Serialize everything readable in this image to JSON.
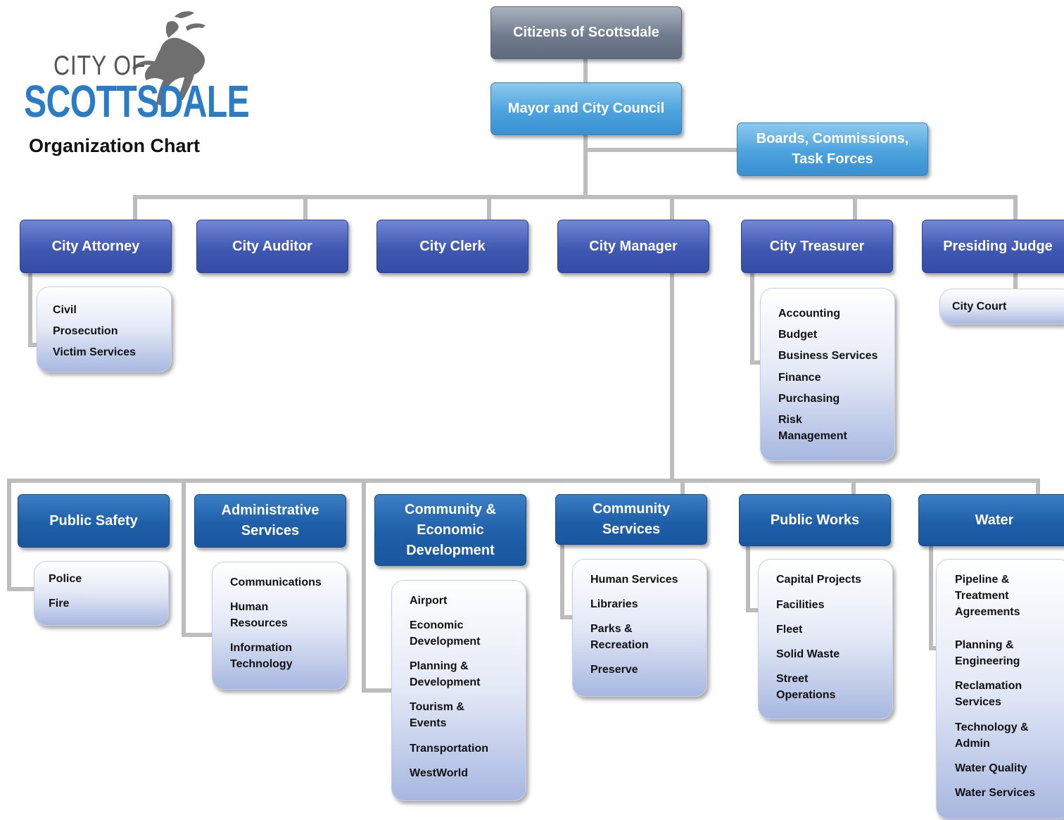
{
  "logo": {
    "line1": "CITY OF",
    "line2": "SCOTTSDALE"
  },
  "title": "Organization Chart",
  "top": {
    "citizens": "Citizens of Scottsdale",
    "council": "Mayor and City Council",
    "boards": "Boards, Commissions, Task Forces"
  },
  "officers": {
    "attorney": {
      "label": "City Attorney",
      "items": [
        "Civil",
        "Prosecution",
        "Victim Services"
      ]
    },
    "auditor": {
      "label": "City Auditor"
    },
    "clerk": {
      "label": "City Clerk"
    },
    "manager": {
      "label": "City Manager"
    },
    "treasurer": {
      "label": "City Treasurer",
      "items": [
        "Accounting",
        "Budget",
        "Business Services",
        "Finance",
        "Purchasing",
        "Risk Management"
      ]
    },
    "judge": {
      "label": "Presiding Judge",
      "items": [
        "City Court"
      ]
    }
  },
  "departments": {
    "public_safety": {
      "label": "Public Safety",
      "items": [
        "Police",
        "Fire"
      ]
    },
    "admin_services": {
      "label": "Administrative Services",
      "items": [
        "Communications",
        "Human Resources",
        "Information Technology"
      ]
    },
    "ced": {
      "label": "Community & Economic Development",
      "items": [
        "Airport",
        "Economic Development",
        "Planning & Development",
        "Tourism & Events",
        "Transportation",
        "WestWorld"
      ]
    },
    "community_services": {
      "label": "Community Services",
      "items": [
        "Human Services",
        "Libraries",
        "Parks & Recreation",
        "Preserve"
      ]
    },
    "public_works": {
      "label": "Public Works",
      "items": [
        "Capital Projects",
        "Facilities",
        "Fleet",
        "Solid Waste",
        "Street Operations"
      ]
    },
    "water": {
      "label": "Water",
      "items": [
        "Pipeline & Treatment Agreements",
        "Planning & Engineering",
        "Reclamation Services",
        "Technology & Admin",
        "Water Quality",
        "Water Services"
      ]
    }
  },
  "colors": {
    "citizens": "#707c8e",
    "council": "#4ca3de",
    "officer": "#3f58b2",
    "department": "#1e5fa8",
    "connector": "#bdbdbd"
  }
}
